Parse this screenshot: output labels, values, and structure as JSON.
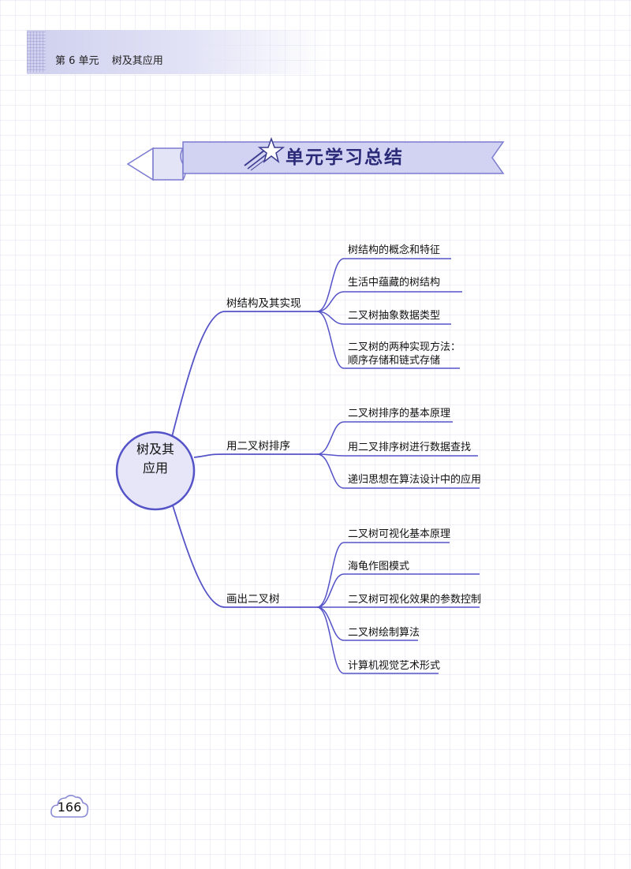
{
  "header": {
    "unit": "第 6 单元",
    "title": "树及其应用"
  },
  "banner": {
    "title": "单元学习总结"
  },
  "mindmap": {
    "center": {
      "line1": "树及其",
      "line2": "应用"
    },
    "branches": [
      {
        "label": "树结构及其实现",
        "leaves": [
          "树结构的概念和特征",
          "生活中蕴藏的树结构",
          "二叉树抽象数据类型",
          "二叉树的两种实现方法：",
          "顺序存储和链式存储"
        ]
      },
      {
        "label": "用二叉树排序",
        "leaves": [
          "二叉树排序的基本原理",
          "用二叉排序树进行数据查找",
          "递归思想在算法设计中的应用"
        ]
      },
      {
        "label": "画出二叉树",
        "leaves": [
          "二叉树可视化基本原理",
          "海龟作图模式",
          "二叉树可视化效果的参数控制",
          "二叉树绘制算法",
          "计算机视觉艺术形式"
        ]
      }
    ]
  },
  "colors": {
    "line": "#5553c8",
    "center_fill": "#e6e6f8",
    "banner_fill": "#d2d2f2",
    "banner_stroke": "#7b7bd0"
  },
  "page_number": "166"
}
